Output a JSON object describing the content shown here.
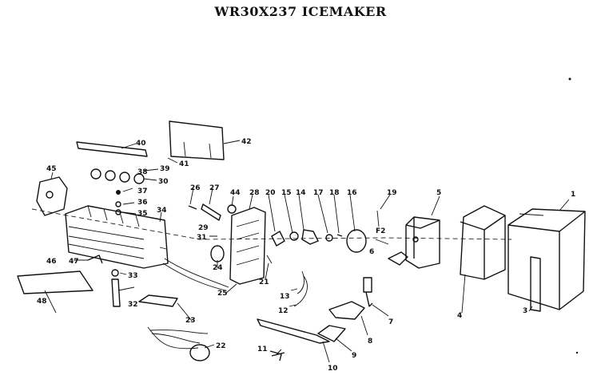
{
  "title": "WR30X237 ICEMAKER",
  "callouts": [
    "1",
    "3",
    "4",
    "5",
    "6",
    "7",
    "8",
    "9",
    "10",
    "11",
    "12",
    "13",
    "14",
    "15",
    "16",
    "17",
    "18",
    "19",
    "20",
    "21",
    "22",
    "23",
    "24",
    "25",
    "26",
    "27",
    "28",
    "29",
    "30",
    "31",
    "32",
    "33",
    "34",
    "35",
    "36",
    "37",
    "38",
    "39",
    "40",
    "41",
    "42",
    "44",
    "45",
    "46",
    "47",
    "48"
  ],
  "callout_fragments": [
    "F2"
  ]
}
